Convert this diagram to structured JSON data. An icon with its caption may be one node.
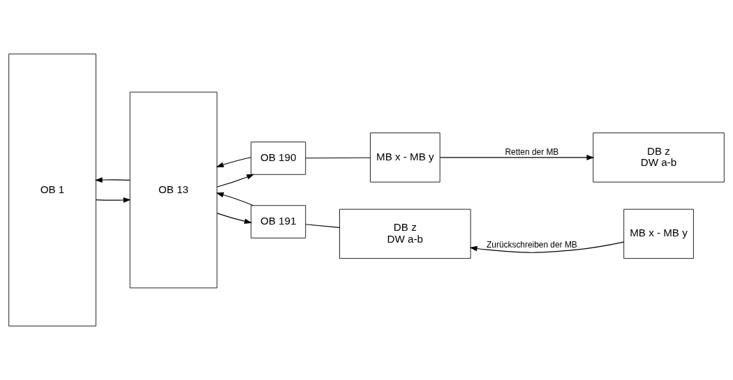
{
  "diagram": {
    "nodes": [
      {
        "text": [
          "OB 1"
        ]
      },
      {
        "text": [
          "OB 13"
        ]
      },
      {
        "text": [
          "OB 190"
        ]
      },
      {
        "text": [
          "MB x - MB y"
        ]
      },
      {
        "text": [
          "DB z",
          "DW a-b"
        ]
      },
      {
        "text": [
          "OB 191"
        ]
      },
      {
        "text": [
          "DB z",
          "DW a-b"
        ]
      },
      {
        "text": [
          "MB x - MB y"
        ]
      }
    ],
    "edges": [
      {
        "from": 0,
        "to": 1,
        "arrow": "to"
      },
      {
        "from": 1,
        "to": 0,
        "arrow": "to"
      },
      {
        "from": 1,
        "to": 2,
        "arrow": "to"
      },
      {
        "from": 2,
        "to": 1,
        "arrow": "to"
      },
      {
        "from": 2,
        "to": 3,
        "arrow": "none"
      },
      {
        "from": 3,
        "to": 4,
        "arrow": "to",
        "label": "Retten der MB"
      },
      {
        "from": 1,
        "to": 5,
        "arrow": "to"
      },
      {
        "from": 5,
        "to": 1,
        "arrow": "to"
      },
      {
        "from": 5,
        "to": 6,
        "arrow": "none"
      },
      {
        "from": 7,
        "to": 6,
        "arrow": "to",
        "label": "Zurückschreiben der MB"
      }
    ]
  }
}
